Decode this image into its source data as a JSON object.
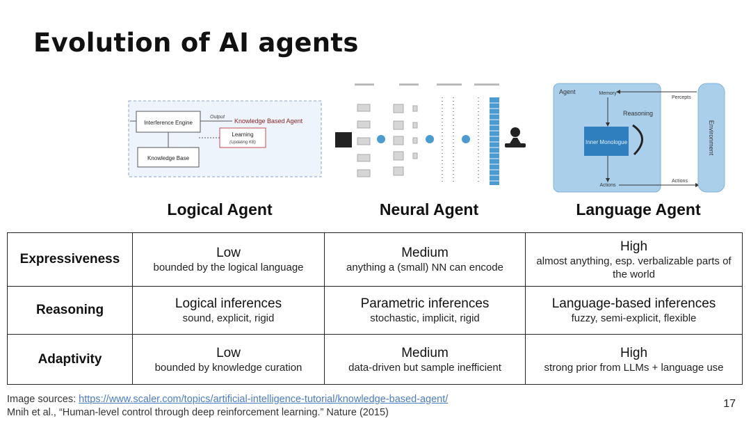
{
  "slide": {
    "title": "Evolution of AI agents",
    "page_number": "17"
  },
  "logical_figure": {
    "inference_engine": "Interference Engine",
    "output": "Output",
    "kb_agent": "Knowledge Based Agent",
    "learning": "Learning",
    "learning_sub": "(Updating KB)",
    "knowledge_base": "Knowledge Base"
  },
  "language_figure": {
    "agent": "Agent",
    "memory": "Memory",
    "reasoning": "Reasoning",
    "inner_monologue": "Inner Monologue",
    "actions": "Actions",
    "percepts": "Percepts",
    "actions_right": "Actions",
    "environment": "Environment"
  },
  "columns": {
    "logical": "Logical Agent",
    "neural": "Neural Agent",
    "language": "Language Agent"
  },
  "table": [
    {
      "label": "Expressiveness",
      "cells": [
        {
          "main": "Low",
          "sub": "bounded by the logical language"
        },
        {
          "main": "Medium",
          "sub": "anything a (small) NN can encode"
        },
        {
          "main": "High",
          "sub": "almost anything, esp. verbalizable parts of the world"
        }
      ]
    },
    {
      "label": "Reasoning",
      "cells": [
        {
          "main": "Logical inferences",
          "sub": "sound, explicit, rigid"
        },
        {
          "main": "Parametric inferences",
          "sub": "stochastic, implicit, rigid"
        },
        {
          "main": "Language-based inferences",
          "sub": "fuzzy, semi-explicit, flexible"
        }
      ]
    },
    {
      "label": "Adaptivity",
      "cells": [
        {
          "main": "Low",
          "sub": "bounded by knowledge curation"
        },
        {
          "main": "Medium",
          "sub": "data-driven but sample inefficient"
        },
        {
          "main": "High",
          "sub": "strong prior from LLMs + language use"
        }
      ]
    }
  ],
  "footer": {
    "prefix": "Image sources: ",
    "link": "https://www.scaler.com/topics/artificial-intelligence-tutorial/knowledge-based-agent/",
    "line2": "Mnih et al., “Human-level control through deep reinforcement learning.” Nature (2015)"
  },
  "colors": {
    "diagram_bg": "#eef4fb",
    "agent_box": "#a9cfea",
    "monologue_box": "#2f7fbf",
    "neural_node": "#4a9bd0",
    "kb_border": "#c44a4a"
  }
}
